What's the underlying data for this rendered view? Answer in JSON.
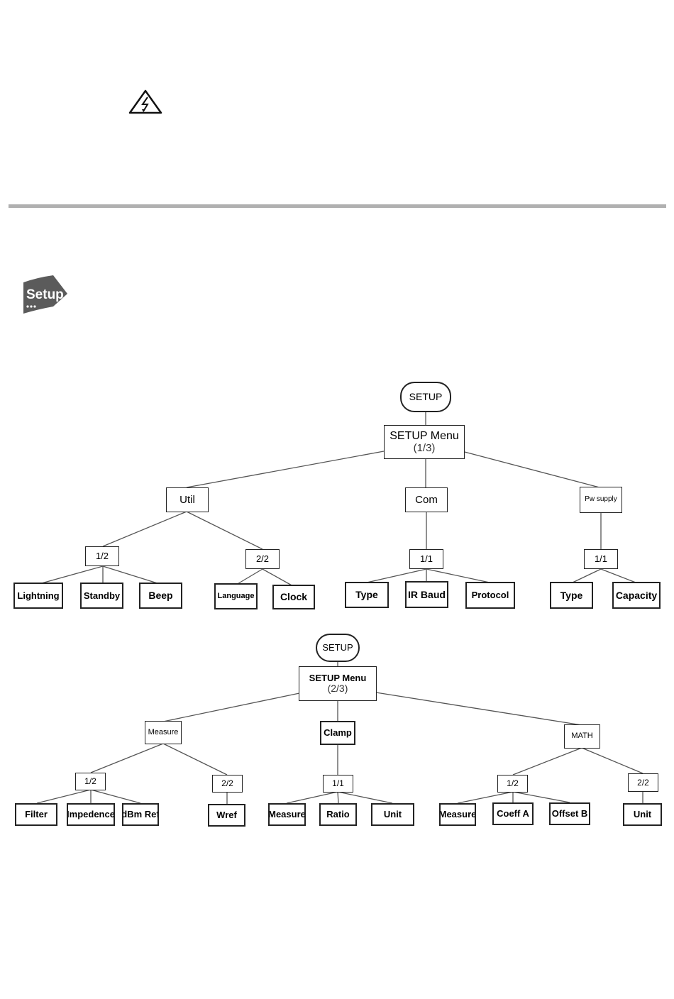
{
  "icons": {
    "warning": "high-voltage-warning-icon",
    "setup_badge": "setup-key-icon"
  },
  "setup_badge_label": "Setup",
  "tree1": {
    "root": "SETUP",
    "menu_title": "SETUP Menu",
    "menu_page": "(1/3)",
    "branches": [
      {
        "label": "Util",
        "pages": [
          {
            "page": "1/2",
            "items": [
              "Lightning",
              "Standby",
              "Beep"
            ]
          },
          {
            "page": "2/2",
            "items": [
              "Language",
              "Clock"
            ]
          }
        ]
      },
      {
        "label": "Com",
        "pages": [
          {
            "page": "1/1",
            "items": [
              "Type",
              "IR Baud",
              "Protocol"
            ]
          }
        ]
      },
      {
        "label": "Pw supply",
        "pages": [
          {
            "page": "1/1",
            "items": [
              "Type",
              "Capacity"
            ]
          }
        ]
      }
    ]
  },
  "tree2": {
    "root": "SETUP",
    "menu_title": "SETUP Menu",
    "menu_page": "(2/3)",
    "branches": [
      {
        "label": "Measure",
        "pages": [
          {
            "page": "1/2",
            "items": [
              "Filter",
              "Impedence",
              "dBm Ref"
            ]
          },
          {
            "page": "2/2",
            "items": [
              "Wref"
            ]
          }
        ]
      },
      {
        "label": "Clamp",
        "pages": [
          {
            "page": "1/1",
            "items": [
              "Measure",
              "Ratio",
              "Unit"
            ]
          }
        ]
      },
      {
        "label": "MATH",
        "pages": [
          {
            "page": "1/2",
            "items": [
              "Measure",
              "Coeff A",
              "Offset B"
            ]
          },
          {
            "page": "2/2",
            "items": [
              "Unit"
            ]
          }
        ]
      }
    ]
  }
}
